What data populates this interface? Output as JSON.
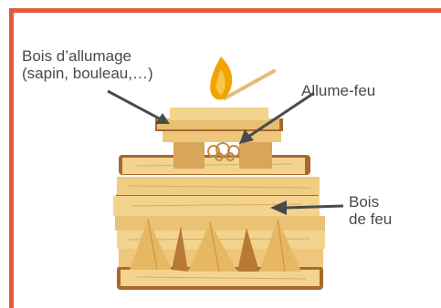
{
  "labels": {
    "kindling": {
      "line1": "Bois d’allumage",
      "line2": "(sapin, bouleau,…)"
    },
    "firestarter": "Allume-feu",
    "firewood": {
      "line1": "Bois",
      "line2": "de feu"
    }
  },
  "colors": {
    "frame": "#e35a3a",
    "wood_light": "#f3d48e",
    "wood_mid": "#e2b76a",
    "wood_dark": "#a8682e",
    "flame": "#f2a300",
    "text": "#4a4a4a",
    "arrow": "#4a4a4a"
  }
}
